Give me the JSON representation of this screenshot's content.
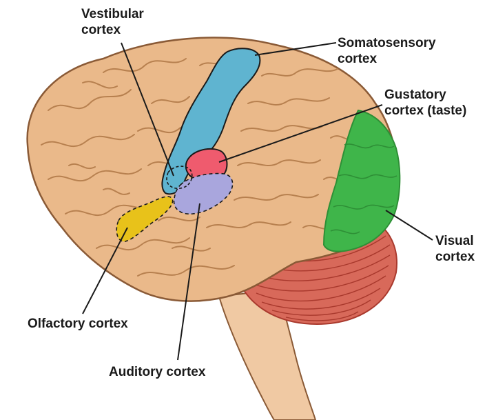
{
  "diagram": {
    "labels": {
      "vestibular": [
        "Vestibular",
        "cortex"
      ],
      "somatosensory": [
        "Somatosensory",
        "cortex"
      ],
      "gustatory": [
        "Gustatory",
        "cortex (taste)"
      ],
      "visual": [
        "Visual",
        "cortex"
      ],
      "olfactory": [
        "Olfactory cortex"
      ],
      "auditory": [
        "Auditory cortex"
      ]
    },
    "colors": {
      "brain": "#eab98a",
      "brain_stroke": "#8a5a36",
      "gyri": "#b7804f",
      "brainstem": "#f0c9a3",
      "cerebellum": "#d8695a",
      "cerebellum_folia": "#a9392d",
      "somatosensory": "#5fb4d0",
      "gustatory": "#ef5b6e",
      "auditory": "#a9a6dd",
      "olfactory": "#e8c21a",
      "visual": "#3fb54a",
      "visual_dark": "#2e8f36",
      "leader": "#1a1a1a"
    }
  }
}
